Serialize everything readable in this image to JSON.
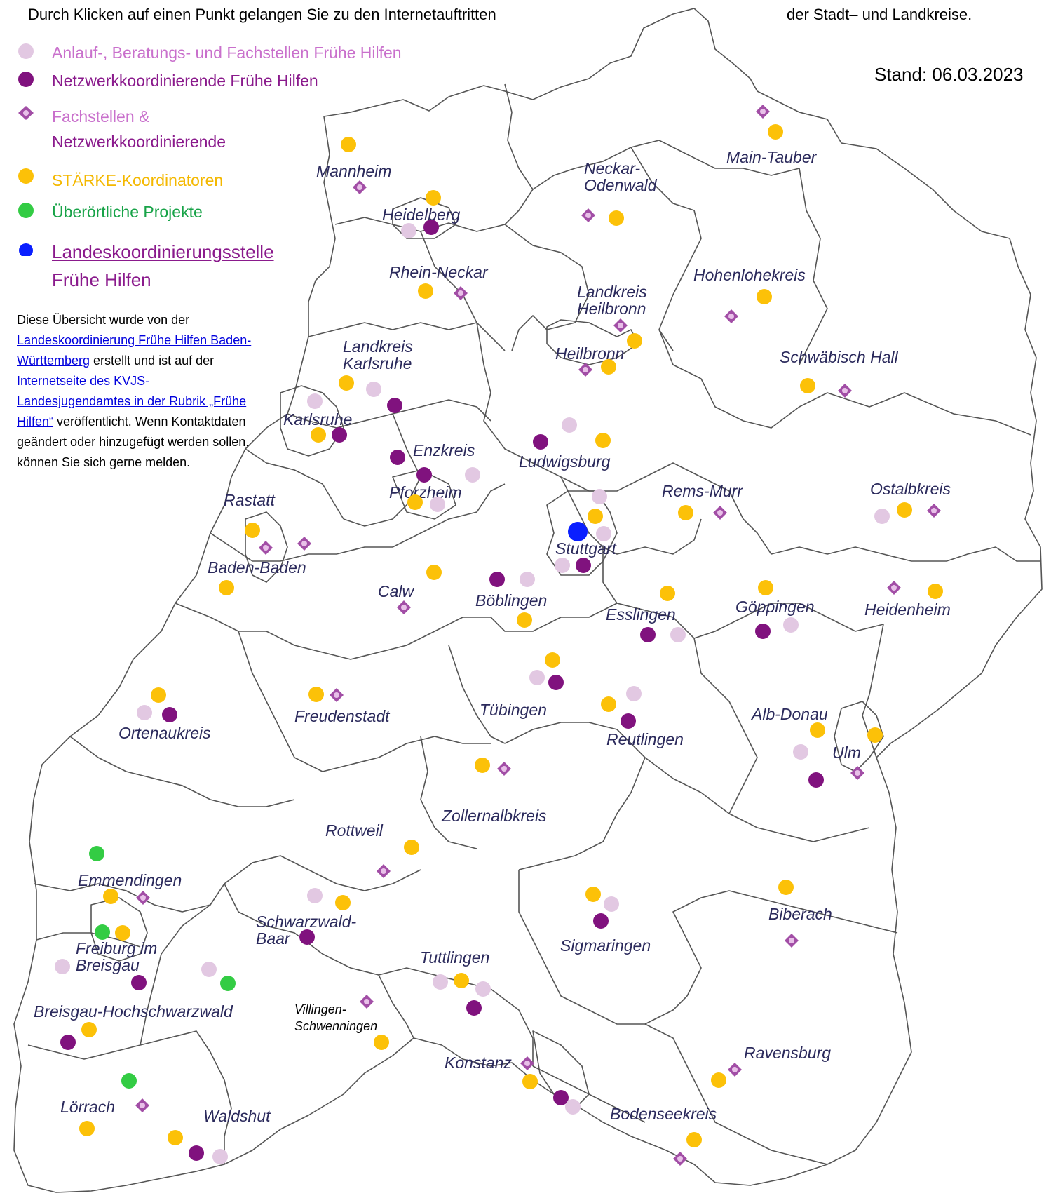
{
  "header": {
    "instruction_left": "Durch Klicken auf einen Punkt gelangen Sie zu den Internetauftritten",
    "instruction_right": "der Stadt– und Landkreise.",
    "stand": "Stand: 06.03.2023"
  },
  "colors": {
    "anlauf": "#e2c8e2",
    "netzwerk": "#80127e",
    "fachstellen_netzwerk": "#a24ea6",
    "staerke": "#fcc108",
    "ueberoertlich": "#33cc44",
    "landeskoordinierung": "#0a1fff",
    "legend_purple_light": "#c970cc",
    "legend_purple": "#8a1a8c",
    "legend_yellow": "#f4b800",
    "legend_green": "#18a348",
    "region_text": "#2b2a5c",
    "link_blue": "#0000dd"
  },
  "legend": [
    {
      "type": "anlauf",
      "icon": "light-circle-icon",
      "lines": [
        "Anlauf-, Beratungs- und Fachstellen Frühe Hilfen"
      ],
      "color": "#c970cc"
    },
    {
      "type": "netzwerk",
      "icon": "purple-circle-icon",
      "lines": [
        "Netzwerkkoordinierende Frühe Hilfen"
      ],
      "color": "#8a1a8c"
    },
    {
      "type": "fachstellen_netzwerk",
      "icon": "diamond-icon",
      "lines": [
        "Fachstellen &",
        "Netzwerkkoordinierende"
      ],
      "color": "#c970cc"
    },
    {
      "type": "staerke",
      "icon": "yellow-circle-icon",
      "lines": [
        "STÄRKE-Koordinatoren"
      ],
      "color": "#f4b800"
    },
    {
      "type": "ueberoertlich",
      "icon": "green-circle-icon",
      "lines": [
        "Überörtliche Projekte"
      ],
      "color": "#18a348"
    },
    {
      "type": "landeskoordinierung",
      "icon": "blue-circle-icon",
      "lines": [
        "Landeskoordinierungsstelle",
        "Frühe Hilfen"
      ],
      "color": "#8a1a8c"
    }
  ],
  "info": {
    "t1": "Diese Übersicht wurde von der",
    "link1": "Landeskoordinierung Frühe Hilfen Baden-Württemberg",
    "t2": "erstellt und ist auf der",
    "link2": "Internetseite des KVJS-Landesjugendamtes in der Rubrik „Frühe Hilfen“",
    "t3": "veröffentlicht. Wenn Kontaktdaten geändert oder hinzugefügt werden sollen, können Sie sich gerne melden."
  },
  "regions": [
    {
      "name": "Mannheim"
    },
    {
      "name": "Heidelberg"
    },
    {
      "name": "Neckar-"
    },
    {
      "name": "Odenwald"
    },
    {
      "name": "Main-Tauber"
    },
    {
      "name": "Rhein-Neckar"
    },
    {
      "name": "Hohenlohekreis"
    },
    {
      "name": "Landkreis"
    },
    {
      "name": "Heilbronn"
    },
    {
      "name": "Heilbronn"
    },
    {
      "name": "Schwäbisch Hall"
    },
    {
      "name": "Landkreis"
    },
    {
      "name": "Karlsruhe"
    },
    {
      "name": "Karlsruhe"
    },
    {
      "name": "Enzkreis"
    },
    {
      "name": "Ludwigsburg"
    },
    {
      "name": "Pforzheim"
    },
    {
      "name": "Rastatt"
    },
    {
      "name": "Rems-Murr"
    },
    {
      "name": "Ostalbkreis"
    },
    {
      "name": "Stuttgart"
    },
    {
      "name": "Baden-Baden"
    },
    {
      "name": "Calw"
    },
    {
      "name": "Böblingen"
    },
    {
      "name": "Esslingen"
    },
    {
      "name": "Göppingen"
    },
    {
      "name": "Heidenheim"
    },
    {
      "name": "Tübingen"
    },
    {
      "name": "Freudenstadt"
    },
    {
      "name": "Ortenaukreis"
    },
    {
      "name": "Alb-Donau"
    },
    {
      "name": "Reutlingen"
    },
    {
      "name": "Ulm"
    },
    {
      "name": "Zollernalbkreis"
    },
    {
      "name": "Rottweil"
    },
    {
      "name": "Emmendingen"
    },
    {
      "name": "Biberach"
    },
    {
      "name": "Schwarzwald-"
    },
    {
      "name": "Baar"
    },
    {
      "name": "Sigmaringen"
    },
    {
      "name": "Tuttlingen"
    },
    {
      "name": "Freiburg im"
    },
    {
      "name": "Breisgau"
    },
    {
      "name": "Breisgau-Hochschwarzwald"
    },
    {
      "name": "Konstanz"
    },
    {
      "name": "Ravensburg"
    },
    {
      "name": "Lörrach"
    },
    {
      "name": "Waldshut"
    },
    {
      "name": "Bodenseekreis"
    }
  ],
  "city_note": {
    "line1": "Villingen-",
    "line2": "Schwenningen"
  }
}
